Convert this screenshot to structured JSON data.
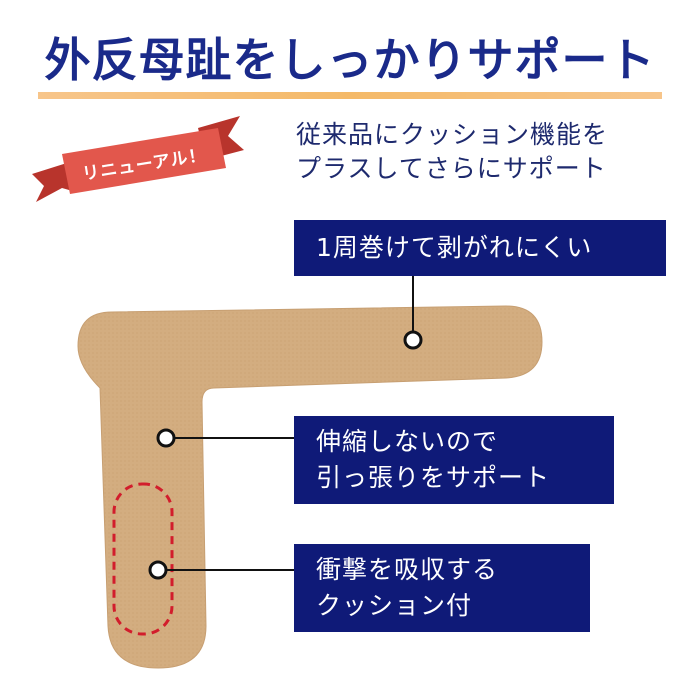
{
  "title": "外反母趾をしっかりサポート",
  "ribbon": {
    "label": "リニューアル！"
  },
  "subtitle": {
    "line1": "従来品にクッション機能を",
    "line2": "プラスしてさらにサポート"
  },
  "callouts": [
    {
      "line1": "1周巻けて剥がれにくい"
    },
    {
      "line1": "伸縮しないので",
      "line2": "引っ張りをサポート"
    },
    {
      "line1": "衝撃を吸収する",
      "line2": "クッション付"
    }
  ],
  "colors": {
    "title": "#1a2a8a",
    "underline": "#f4b968",
    "ribbon": "#e2574c",
    "ribbon_dark": "#b8342c",
    "callout_bg": "#0f1a78",
    "tape": "#d3ad80",
    "cushion_outline": "#d21d2c"
  }
}
